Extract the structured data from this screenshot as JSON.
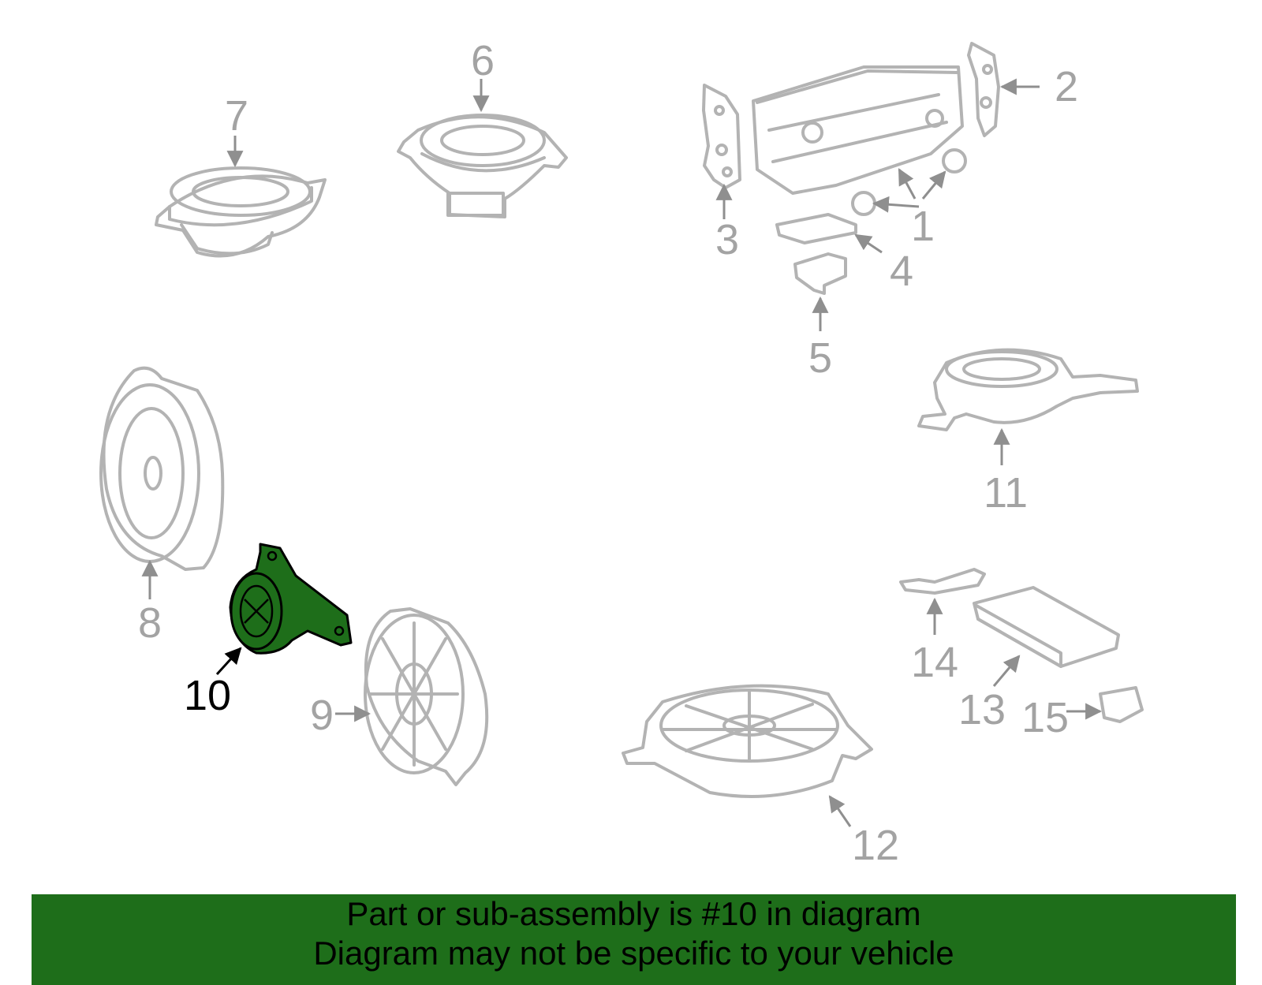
{
  "highlight_color": "#1e6e1a",
  "highlighted_part": "10",
  "callouts": [
    "1",
    "2",
    "3",
    "4",
    "5",
    "6",
    "7",
    "8",
    "9",
    "10",
    "11",
    "12",
    "13",
    "14",
    "15"
  ],
  "footer": {
    "line1": "Part or sub-assembly is #10 in diagram",
    "line2": "Diagram may not be specific to your vehicle"
  }
}
